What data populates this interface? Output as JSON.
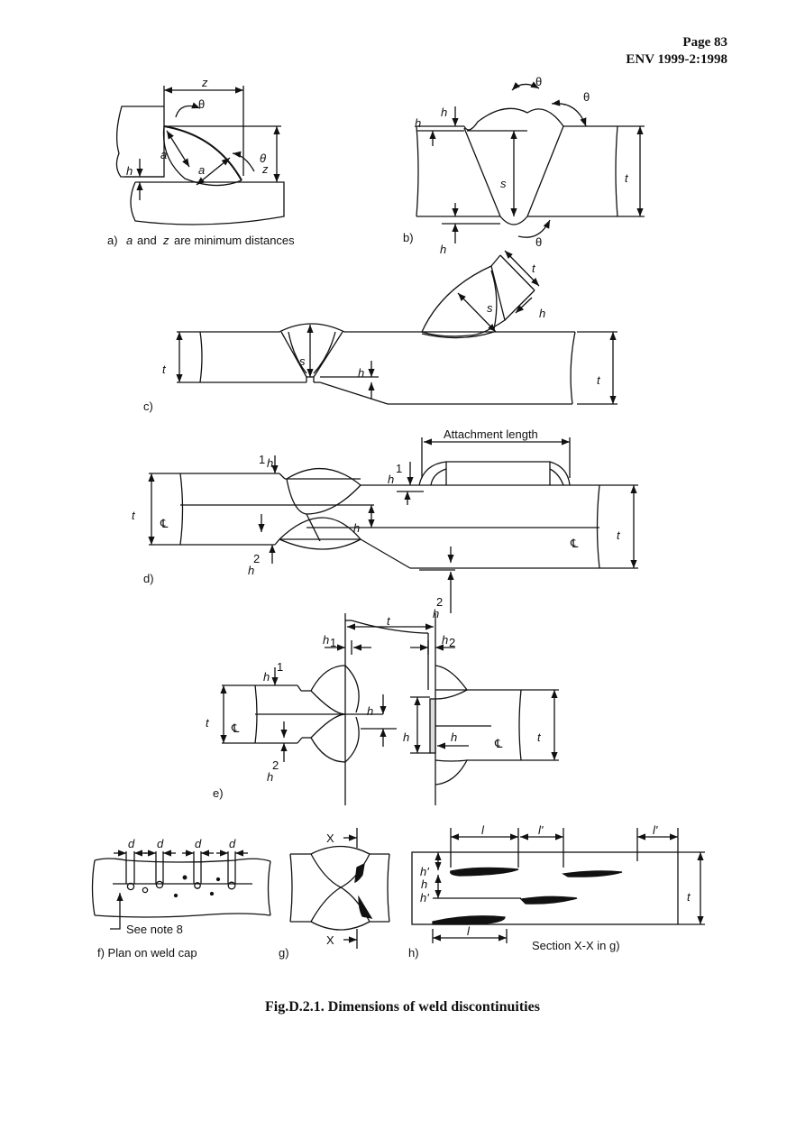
{
  "header": {
    "page": "Page 83",
    "standard": "ENV 1999-2:1998"
  },
  "figure": {
    "title": "Fig.D.2.1. Dimensions of weld discontinuities",
    "panels": {
      "a": {
        "caption_prefix": "a)",
        "caption_var1": "a",
        "caption_mid": "and",
        "caption_var2": "z",
        "caption_rest": "are minimum distances"
      },
      "b": {
        "caption": "b)"
      },
      "c": {
        "caption": "c)"
      },
      "d": {
        "caption": "d)",
        "attachment": "Attachment length"
      },
      "e": {
        "caption": "e)"
      },
      "f": {
        "caption": "f) Plan on weld cap",
        "note": "See note 8"
      },
      "g": {
        "caption": "g)"
      },
      "h": {
        "caption": "h)",
        "section": "Section X-X in g)"
      }
    },
    "symbols": {
      "z": "z",
      "theta": "θ",
      "a": "a",
      "h": "h",
      "s": "s",
      "t": "t",
      "centerline": "℄",
      "h1": "h",
      "sub1": "1",
      "sub2": "2",
      "d": "d",
      "l": "l",
      "lp": "l'",
      "hp": "h'",
      "X": "X"
    }
  }
}
